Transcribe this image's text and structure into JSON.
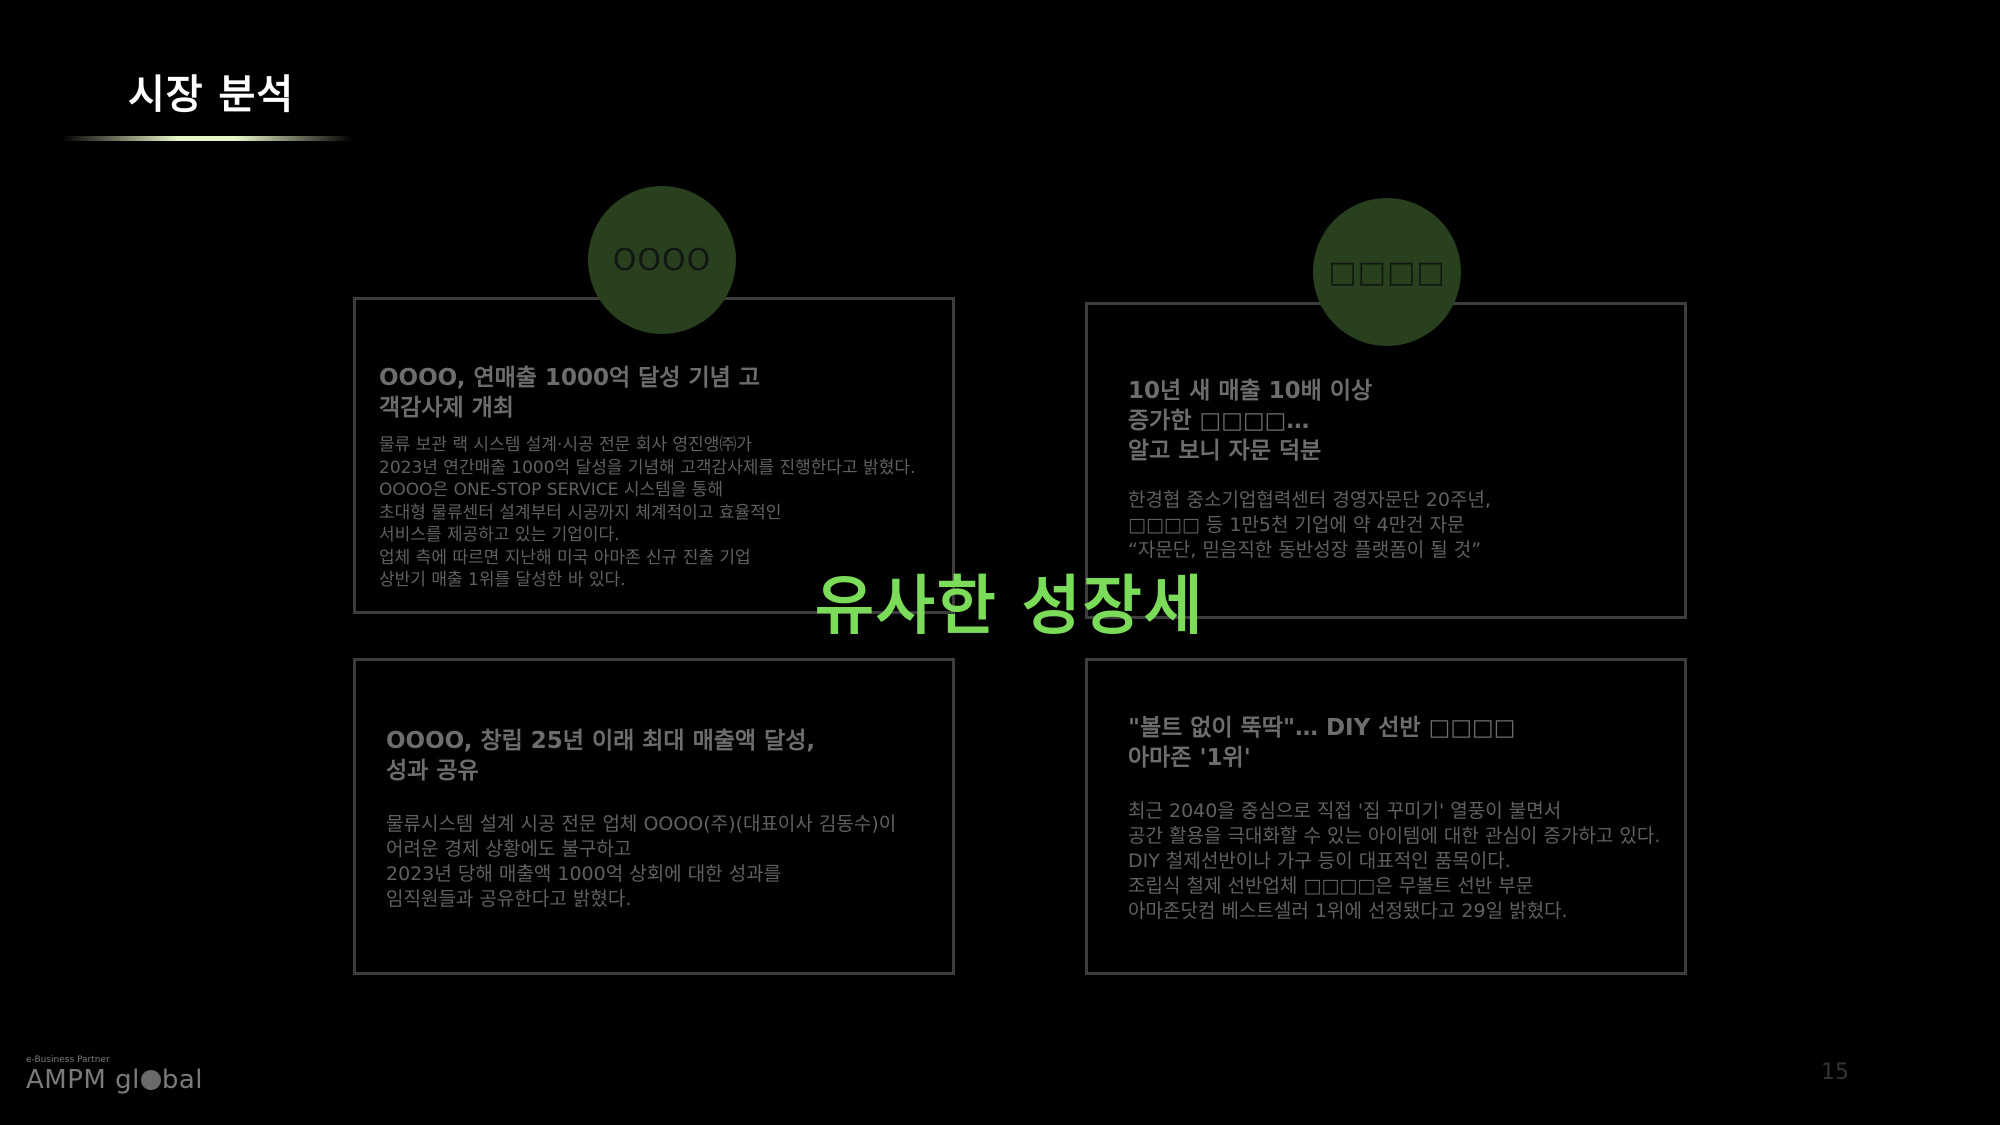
{
  "header": {
    "title": "시장 분석"
  },
  "circles": {
    "left_label": "OOOO",
    "right_label": "□□□□"
  },
  "cards": [
    {
      "title": "OOOO, 연매출 1000억 달성 기념 고\n객감사제 개최",
      "body": "물류 보관 랙 시스템 설계·시공 전문 회사 영진앵㈜가\n2023년 연간매출 1000억 달성을 기념해 고객감사제를 진행한다고 밝혔다.\nOOOO은 ONE-STOP SERVICE 시스템을 통해\n초대형 물류센터 설계부터 시공까지 체계적이고 효율적인\n서비스를 제공하고 있는 기업이다.\n업체 측에 따르면 지난해 미국 아마존 신규 진출 기업\n상반기 매출 1위를 달성한 바 있다."
    },
    {
      "title": "10년 새 매출 10배 이상\n증가한 □□□□…\n알고 보니 자문 덕분",
      "body": "한경협 중소기업협력센터 경영자문단 20주년,\n□□□□ 등 1만5천 기업에 약 4만건 자문\n“자문단, 믿음직한 동반성장 플랫폼이 될 것”"
    },
    {
      "title": "OOOO, 창립 25년 이래 최대 매출액 달성,\n성과 공유",
      "body": "물류시스템 설계 시공 전문 업체 OOOO(주)(대표이사 김동수)이\n어려운 경제 상황에도 불구하고\n2023년 당해 매출액 1000억 상회에 대한 성과를\n임직원들과 공유한다고 밝혔다."
    },
    {
      "title": "\"볼트 없이 뚝딱\"… DIY 선반 □□□□\n아마존 '1위'",
      "body": "최근 2040을 중심으로 직접 '집 꾸미기' 열풍이 불면서\n공간 활용을 극대화할 수 있는 아이템에 대한 관심이 증가하고 있다.\nDIY 철제선반이나 가구 등이 대표적인 품목이다.\n조립식 철제 선반업체 □□□□은 무볼트 선반 부문\n아마존닷컴 베스트셀러 1위에 선정됐다고 29일 밝혔다."
    }
  ],
  "highlight": {
    "text": "유사한 성장세"
  },
  "footer": {
    "logo_tag": "e-Business Partner",
    "logo_part1": "AMPM gl",
    "logo_part2": "bal",
    "page_number": "15"
  },
  "colors": {
    "background": "#000000",
    "highlight_green": "#7bdc5a",
    "circle_green": "#28401e",
    "card_border": "#3d3d3d"
  }
}
